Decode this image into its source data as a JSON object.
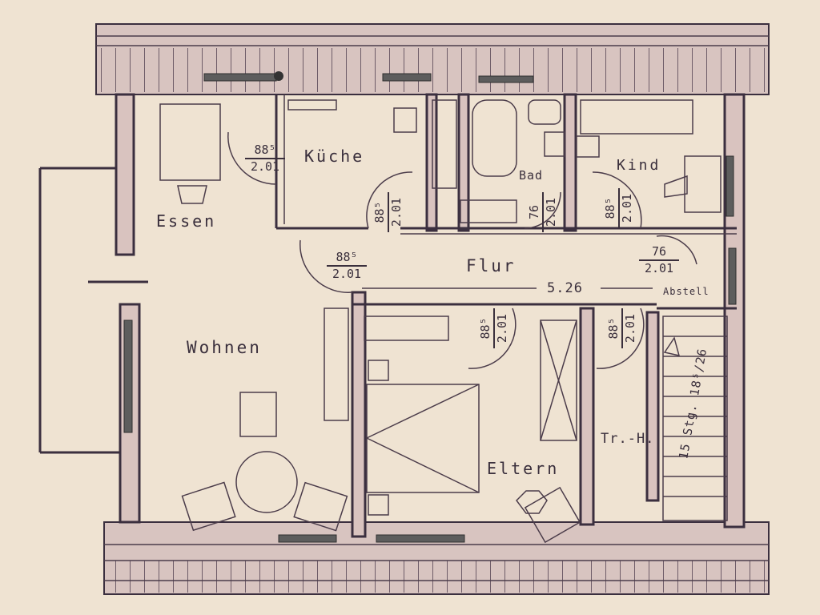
{
  "rooms": {
    "kueche": "Küche",
    "essen": "Essen",
    "bad": "Bad",
    "kind": "Kind",
    "flur": "Flur",
    "wohnen": "Wohnen",
    "eltern": "Eltern",
    "abstell": "Abstell",
    "treppenhaus": "Tr.-H."
  },
  "dimensions": {
    "kueche_door": {
      "width": "88⁵",
      "height": "2.01"
    },
    "bad_door_left": {
      "width": "88⁵",
      "height": "2.01"
    },
    "bad_door_right": {
      "width": "76",
      "height": "2.01"
    },
    "kind_door": {
      "width": "88⁵",
      "height": "2.01"
    },
    "flur_door": {
      "width": "88⁵",
      "height": "2.01"
    },
    "abstell_door": {
      "width": "76",
      "height": "2.01"
    },
    "eltern_door_left": {
      "width": "88⁵",
      "height": "2.01"
    },
    "eltern_door_right": {
      "width": "88⁵",
      "height": "2.01"
    },
    "flur_length": "5.26",
    "stairs": "15 Stg. 18⁵/26"
  }
}
